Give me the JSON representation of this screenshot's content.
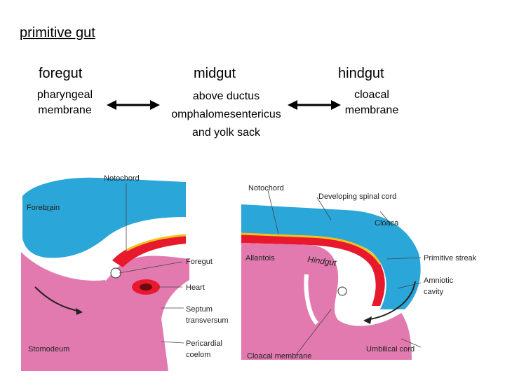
{
  "title": "primitive gut",
  "sections": {
    "foregut": {
      "heading": "foregut",
      "desc1": "pharyngeal",
      "desc2": "membrane"
    },
    "midgut": {
      "heading": "midgut",
      "desc1": "above ductus",
      "desc2": "omphalomesentericus",
      "desc3": "and yolk sack"
    },
    "hindgut": {
      "heading": "hindgut",
      "desc1": "cloacal",
      "desc2": "membrane"
    }
  },
  "left_figure": {
    "labels": {
      "notochord": "Notochord",
      "forebrain": "Forebrain",
      "foregut": "Foregut",
      "heart": "Heart",
      "septum1": "Septum",
      "septum2": "transversum",
      "pericardial1": "Pericardial",
      "pericardial2": "coelom",
      "stomodeum": "Stomodeum"
    }
  },
  "right_figure": {
    "labels": {
      "notochord": "Notochord",
      "spinal_cord": "Developing spinal cord",
      "cloaca": "Cloaca",
      "allantois": "Allantois",
      "hindgut": "Hindgut",
      "primitive_streak": "Primitive streak",
      "amniotic1": "Amniotic",
      "amniotic2": "cavity",
      "umbilical_cord": "Umbilical cord",
      "cloacal_membrane": "Cloacal membrane"
    }
  },
  "colors": {
    "neural_blue": "#2aa6d8",
    "endoderm_red": "#e8192c",
    "mesoderm_pink": "#e27ab0",
    "notochord_yellow": "#f2c21a"
  }
}
